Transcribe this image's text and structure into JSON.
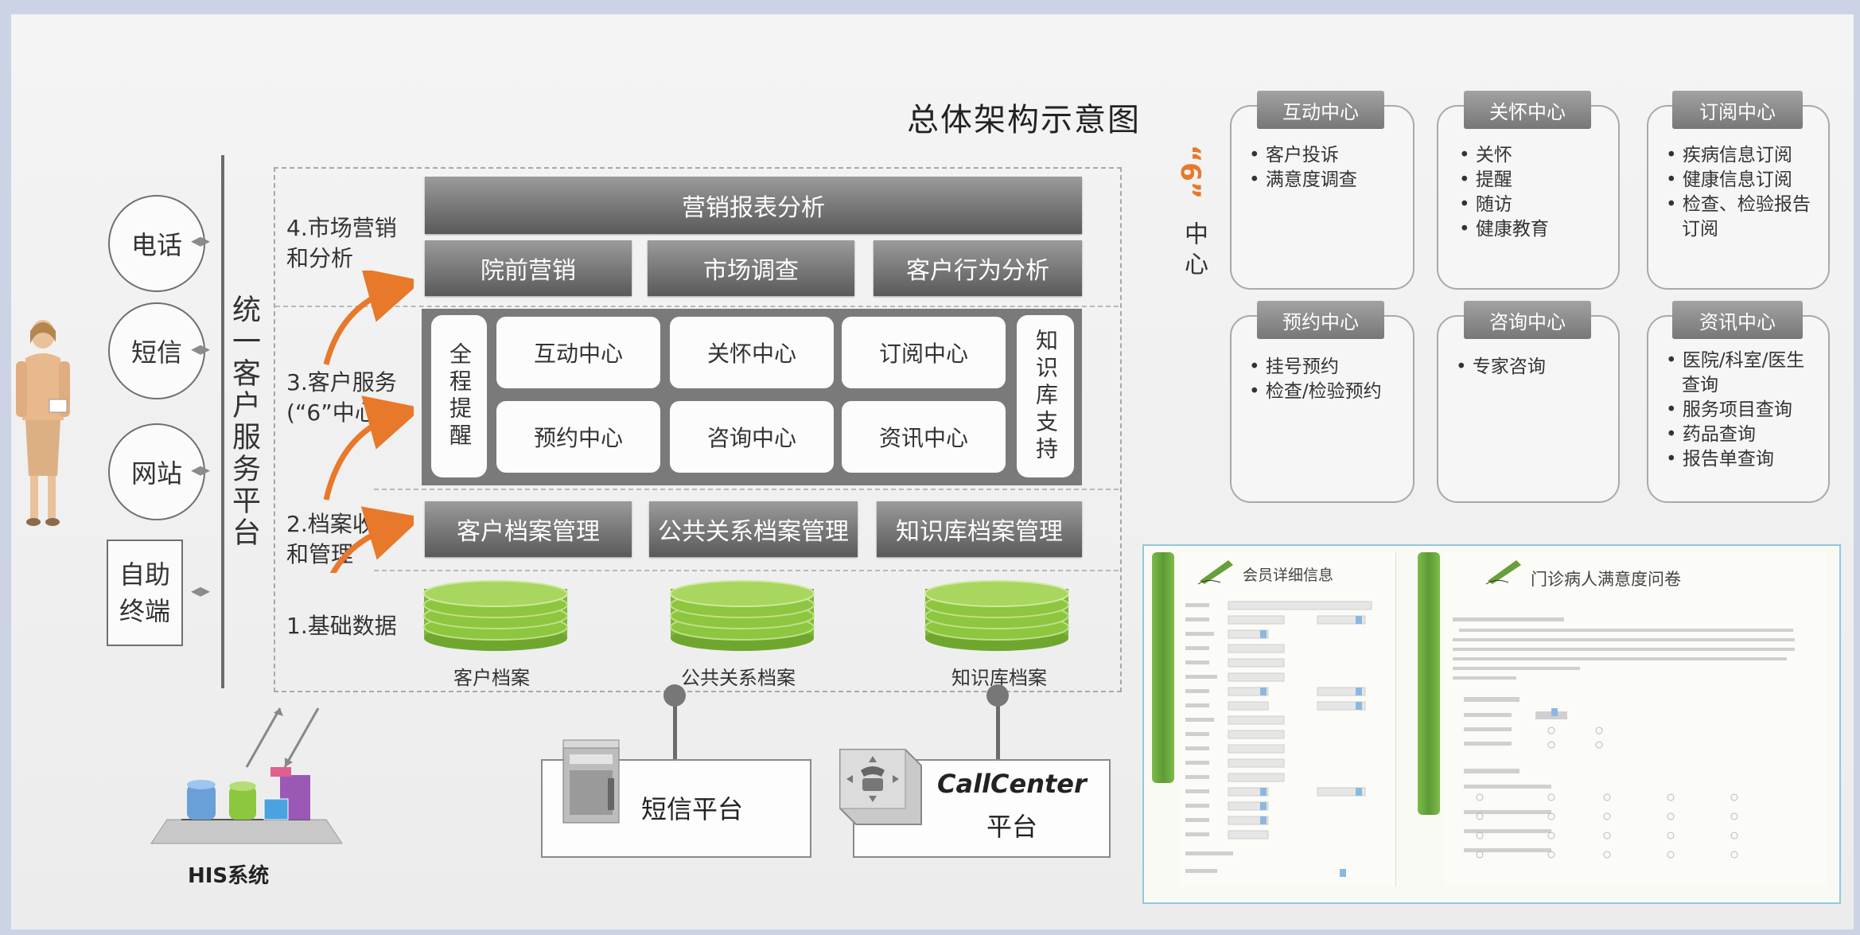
{
  "diagram": {
    "title": "总体架构示意图",
    "channels": [
      {
        "label": "电话"
      },
      {
        "label": "短信"
      },
      {
        "label": "网站"
      },
      {
        "label": "自助\n终端"
      }
    ],
    "platform_label": "统一客户服务平台",
    "layers": {
      "l4": "4.市场营销\n和分析",
      "l3": "3.客户服务\n(“6”中心)",
      "l2": "2.档案收集\n和管理",
      "l1": "1.基础数据"
    },
    "marketing": {
      "top": "营销报表分析",
      "sub": [
        "院前营销",
        "市场调查",
        "客户行为分析"
      ]
    },
    "service": {
      "left": "全程提醒",
      "right": "知识库支持",
      "centers": [
        "互动中心",
        "关怀中心",
        "订阅中心",
        "预约中心",
        "咨询中心",
        "资讯中心"
      ]
    },
    "archives": [
      "客户档案管理",
      "公共关系档案管理",
      "知识库档案管理"
    ],
    "databases": [
      "客户档案",
      "公共关系档案",
      "知识库档案"
    ],
    "his_label": "HIS系统",
    "sms_platform": "短信平台",
    "callcenter": {
      "name": "CallCenter",
      "suffix": "平台"
    },
    "six_center": {
      "quote": "“6”",
      "text": "中心"
    },
    "center_cards": [
      {
        "title": "互动中心",
        "items": [
          "客户投诉",
          "满意度调查"
        ]
      },
      {
        "title": "关怀中心",
        "items": [
          "关怀",
          "提醒",
          "随访",
          "健康教育"
        ]
      },
      {
        "title": "订阅中心",
        "items": [
          "疾病信息订阅",
          "健康信息订阅",
          "检查、检验报告订阅"
        ]
      },
      {
        "title": "预约中心",
        "items": [
          "挂号预约",
          "检查/检验预约"
        ]
      },
      {
        "title": "咨询中心",
        "items": [
          "专家咨询"
        ]
      },
      {
        "title": "资讯中心",
        "items": [
          "医院/科室/医生查询",
          "服务项目查询",
          "药品查询",
          "报告单查询"
        ]
      }
    ],
    "forms": {
      "left_title": "会员详细信息",
      "right_title": "门诊病人满意度问卷"
    },
    "colors": {
      "accent_arrow": "#e8782a",
      "db_green": "#8dc63f",
      "bar_gray": "#7a7a7a",
      "form_border": "#8fc9e0"
    }
  }
}
